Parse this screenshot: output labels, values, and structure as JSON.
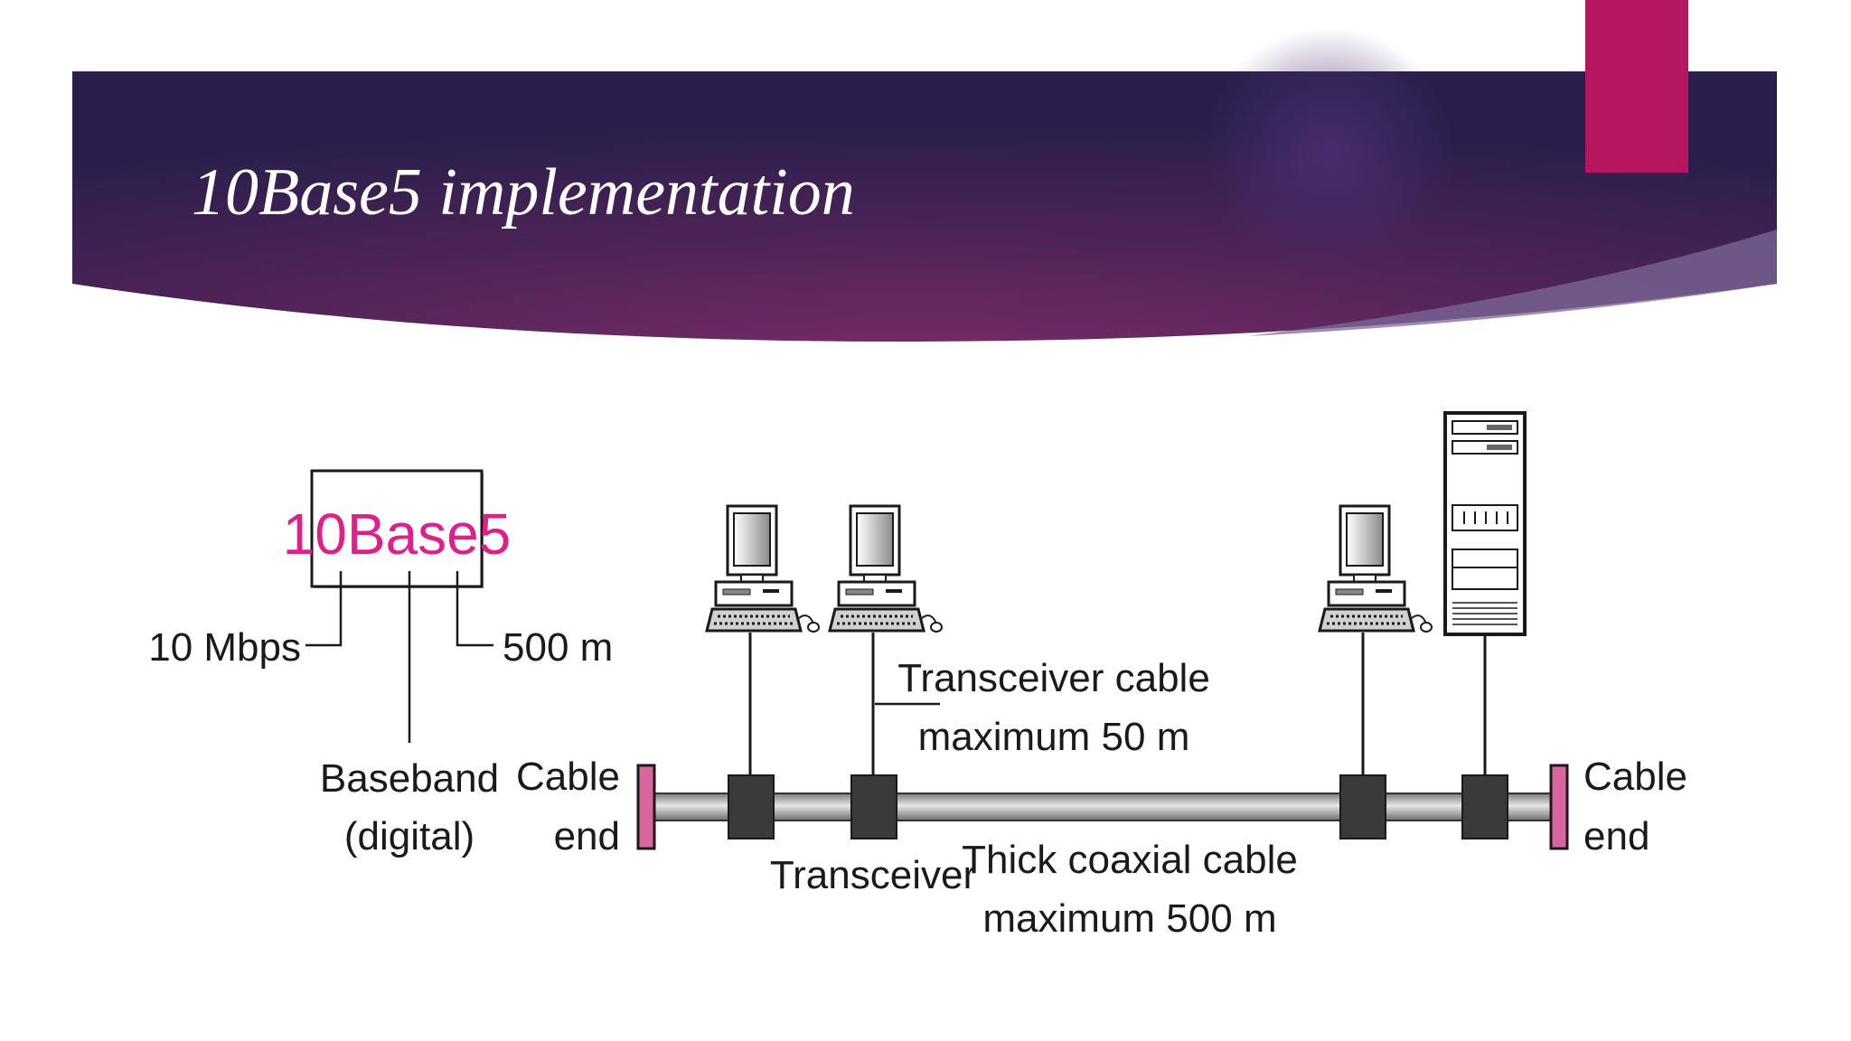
{
  "slide": {
    "title": "10Base5 implementation"
  },
  "colors": {
    "banner_dark": "#2b1f4e",
    "banner_mid": "#6a2b62",
    "accent_tab": "#b5165f",
    "brand_text": "#e0208a",
    "cable_end": "#d9659f"
  },
  "diagram": {
    "brand_box": "10Base5",
    "rate": "10 Mbps",
    "signal_line1": "Baseband",
    "signal_line2": "(digital)",
    "length": "500 m",
    "cable_end_left_line1": "Cable",
    "cable_end_left_line2": "end",
    "cable_end_right_line1": "Cable",
    "cable_end_right_line2": "end",
    "transceiver_cable_line1": "Transceiver cable",
    "transceiver_cable_line2": "maximum 50 m",
    "transceiver": "Transceiver",
    "thick_coax_line1": "Thick coaxial cable",
    "thick_coax_line2": "maximum 500 m",
    "icons": [
      "workstation-icon",
      "workstation-icon",
      "workstation-icon",
      "server-tower-icon"
    ]
  }
}
